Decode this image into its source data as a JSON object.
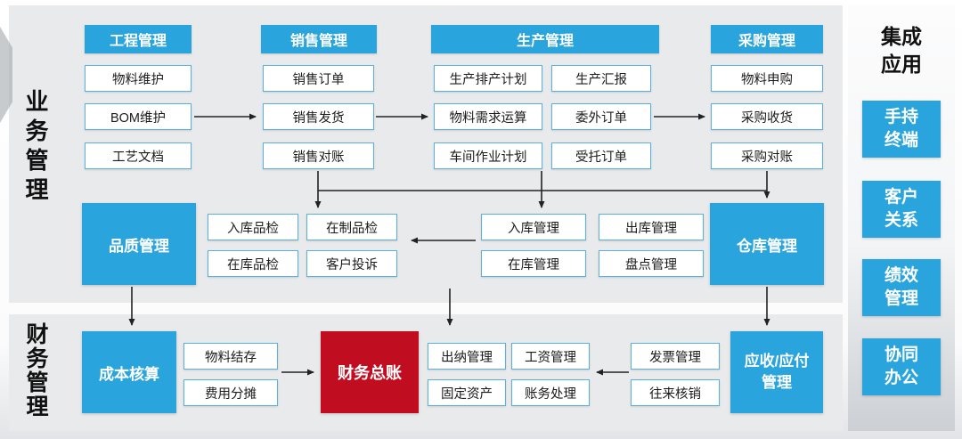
{
  "colors": {
    "blue": "#29a4dc",
    "red": "#c10d20",
    "panel": "#e9eaeb",
    "arrow": "#222222"
  },
  "section_labels": {
    "business": "业务管理",
    "finance": "财务管理"
  },
  "groups": [
    {
      "title": "工程管理",
      "items": [
        "物料维护",
        "BOM维护",
        "工艺文档"
      ]
    },
    {
      "title": "销售管理",
      "items": [
        "销售订单",
        "销售发货",
        "销售对账"
      ]
    },
    {
      "title": "生产管理",
      "columns": [
        [
          "生产排产计划",
          "物料需求运算",
          "车间作业计划"
        ],
        [
          "生产汇报",
          "委外订单",
          "受托订单"
        ]
      ]
    },
    {
      "title": "采购管理",
      "items": [
        "物料申购",
        "采购收货",
        "采购对账"
      ]
    }
  ],
  "middle_row": {
    "quality_block": "品质管理",
    "quality_items": [
      "入库品检",
      "在制品检",
      "在库品检",
      "客户投诉"
    ],
    "stock_items": [
      "入库管理",
      "出库管理",
      "在库管理",
      "盘点管理"
    ],
    "warehouse_block": "仓库管理"
  },
  "finance_row": {
    "cost_block": "成本核算",
    "cost_items": [
      "物料结存",
      "费用分摊"
    ],
    "ledger_block": "财务总账",
    "ledger_items": [
      "出纳管理",
      "工资管理",
      "固定资产",
      "账务处理"
    ],
    "receivable_items": [
      "发票管理",
      "往来核销"
    ],
    "receivable_block": "应收/应付管理"
  },
  "sidebar": {
    "title": "集成应用",
    "items": [
      "手持终端",
      "客户关系",
      "绩效管理",
      "协同办公"
    ]
  }
}
